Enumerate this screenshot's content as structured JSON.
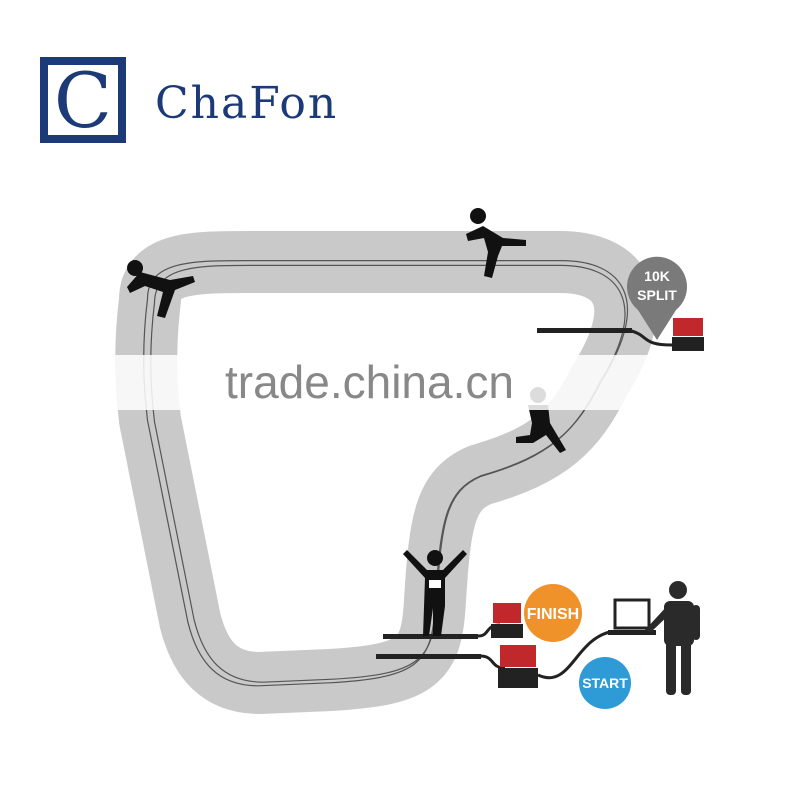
{
  "brand": {
    "logo_letter": "C",
    "name": "ChaFon",
    "color": "#1c3a78"
  },
  "watermark": "trade.china.cn",
  "markers": {
    "split": "10K SPLIT",
    "split_line1": "10K",
    "split_line2": "SPLIT",
    "finish": "FINISH",
    "start": "START"
  },
  "colors": {
    "track": "#c9c9c9",
    "finish": "#f0922a",
    "start": "#2e9bd6",
    "reader": "#c0282c",
    "marker": "#7a7a7a"
  }
}
